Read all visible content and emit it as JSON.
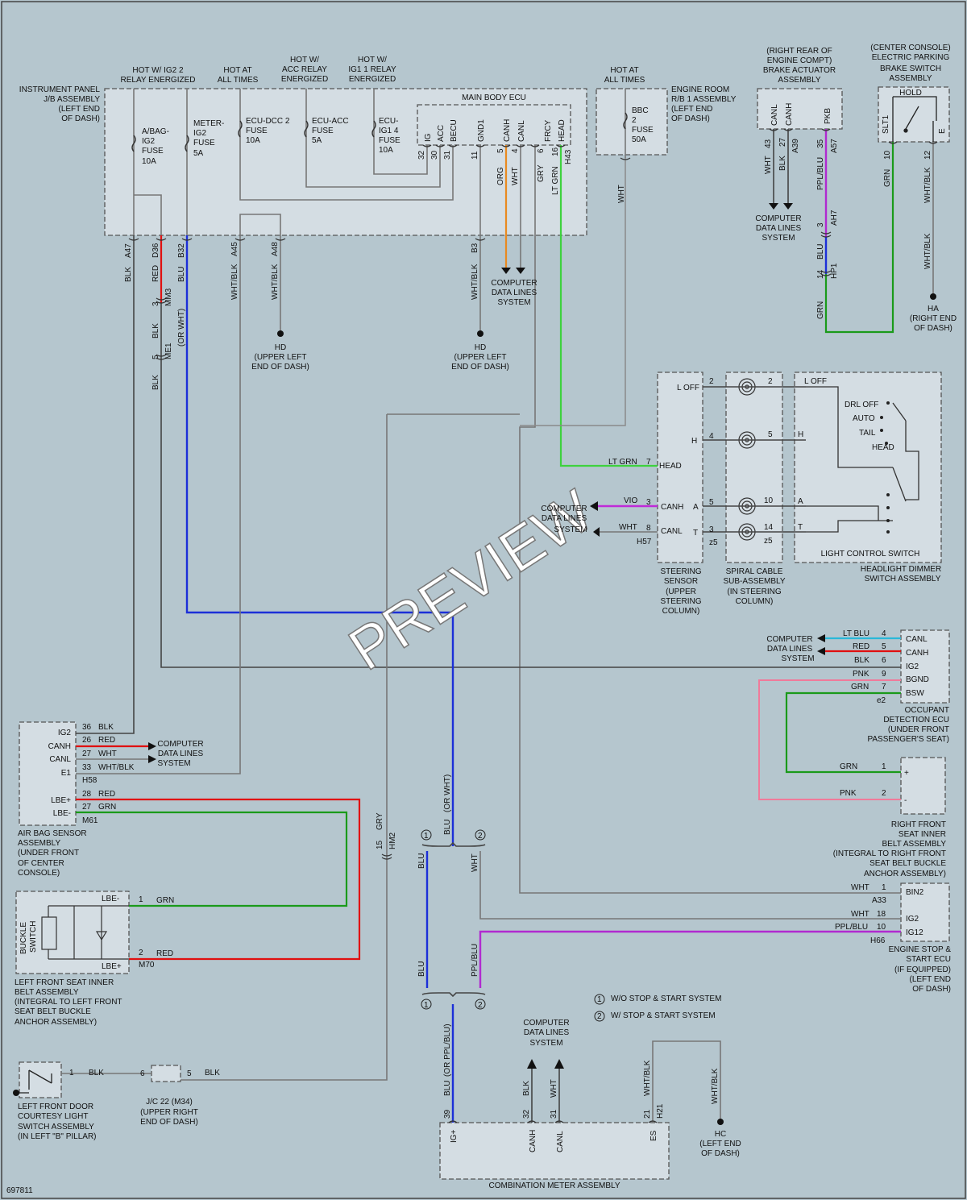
{
  "watermark": "PREVIEW",
  "figure_id": "697811",
  "ip": {
    "l1": "INSTRUMENT PANEL",
    "l2": "J/B ASSEMBLY",
    "l3": "(LEFT END",
    "l4": "OF DASH)",
    "h1a": "HOT W/ IG2 2",
    "h1b": "RELAY ENERGIZED",
    "h2a": "HOT AT",
    "h2b": "ALL TIMES",
    "h3a": "HOT W/",
    "h3b": "ACC RELAY",
    "h3c": "ENERGIZED",
    "h4a": "HOT W/",
    "h4b": "IG1 1 RELAY",
    "h4c": "ENERGIZED",
    "f1a": "A/BAG-",
    "f1b": "IG2",
    "f1c": "FUSE",
    "f1d": "10A",
    "f2a": "METER-",
    "f2b": "IG2",
    "f2c": "FUSE",
    "f2d": "5A",
    "f3a": "ECU-DCC 2",
    "f3b": "FUSE",
    "f3c": "10A",
    "f4a": "ECU-ACC",
    "f4b": "FUSE",
    "f4c": "5A",
    "f5a": "ECU-",
    "f5b": "IG1 4",
    "f5c": "FUSE",
    "f5d": "10A",
    "mb": "MAIN BODY ECU",
    "p_ig": "IG",
    "p_acc": "ACC",
    "p_becu": "BECU",
    "p_gnd1": "GND1",
    "p_canh": "CANH",
    "p_canl": "CANL",
    "p_frcy": "FRCY",
    "p_head": "HEAD",
    "n32": "32",
    "n30": "30",
    "n31": "31",
    "n11": "11",
    "n5": "5",
    "n4": "4",
    "n6": "6",
    "n16": "16",
    "h43": "H43",
    "c_a47": "A47",
    "c_d36": "D36",
    "c_b32": "B32",
    "c_a45": "A45",
    "c_a48": "A48",
    "c_b3": "B3"
  },
  "er": {
    "h1": "HOT AT",
    "h2": "ALL TIMES",
    "l1": "ENGINE ROOM",
    "l2": "R/B 1 ASSEMBLY",
    "l3": "(LEFT END",
    "l4": "OF DASH)",
    "f1": "BBC",
    "f2": "2",
    "f3": "FUSE",
    "f4": "50A"
  },
  "brake": {
    "l1": "(RIGHT REAR OF",
    "l2": "ENGINE COMPT)",
    "l3": "BRAKE ACTUATOR",
    "l4": "ASSEMBLY",
    "canl": "CANL",
    "canh": "CANH",
    "pkb": "PKB",
    "n43": "43",
    "n27": "27",
    "a39": "A39",
    "n35": "35",
    "a57": "A57"
  },
  "epb": {
    "l1": "(CENTER CONSOLE)",
    "l2": "ELECTRIC PARKING",
    "l3": "BRAKE SWITCH",
    "l4": "ASSEMBLY",
    "hold": "HOLD",
    "slt1": "SLT1",
    "e": "E",
    "n10": "10",
    "n12": "12"
  },
  "wire": {
    "blk": "BLK",
    "red": "RED",
    "blu": "BLU",
    "whtblk": "WHT/BLK",
    "wht": "WHT",
    "org": "ORG",
    "gry": "GRY",
    "ltgrn": "LT GRN",
    "pplblu": "PPL/BLU",
    "grn": "GRN",
    "orwht": "(OR WHT)",
    "orpplblu": "(OR PPL/BLU)",
    "vio": "VIO",
    "ltblu": "LT BLU",
    "pnk": "PNK"
  },
  "conn": {
    "mm3": "MM3",
    "me1": "ME1",
    "n3": "3",
    "n5": "5",
    "ah7": "AH7",
    "hp1": "HP1",
    "n14": "14",
    "hm2": "HM2",
    "n15": "15"
  },
  "cdl": {
    "a": "COMPUTER",
    "b": "DATA LINES",
    "c": "SYSTEM"
  },
  "gnd": {
    "hd1": "HD",
    "hd2": "(UPPER LEFT",
    "hd3": "END OF DASH)",
    "ha1": "HA",
    "ha2": "(RIGHT END",
    "ha3": "OF DASH)",
    "hc1": "HC",
    "hc2": "(LEFT END",
    "hc3": "OF DASH)"
  },
  "ss": {
    "loff": "L OFF",
    "h": "H",
    "head": "HEAD",
    "canh": "CANH",
    "canl": "CANL",
    "a": "A",
    "t": "T",
    "n7": "7",
    "n3": "3",
    "n8": "8",
    "h57": "H57",
    "r2": "2",
    "r4": "4",
    "r5": "5",
    "r3": "3",
    "z5": "z5",
    "l1": "STEERING",
    "l2": "SENSOR",
    "l3": "(UPPER",
    "l4": "STEERING",
    "l5": "COLUMN)"
  },
  "sc": {
    "n2": "2",
    "n5": "5",
    "n10": "10",
    "n14": "14",
    "z5": "z5",
    "l1": "SPIRAL CABLE",
    "l2": "SUB-ASSEMBLY",
    "l3": "(IN STEERING",
    "l4": "COLUMN)"
  },
  "lcs": {
    "loff": "L OFF",
    "drl": "DRL OFF",
    "auto": "AUTO",
    "tail": "TAIL",
    "head": "HEAD",
    "h": "H",
    "a": "A",
    "t": "T",
    "inner": "LIGHT CONTROL SWITCH",
    "l1": "HEADLIGHT DIMMER",
    "l2": "SWITCH ASSEMBLY"
  },
  "occ": {
    "canl": "CANL",
    "canh": "CANH",
    "ig2": "IG2",
    "bgnd": "BGND",
    "bsw": "BSW",
    "n4": "4",
    "n5": "5",
    "n6": "6",
    "n9": "9",
    "n7": "7",
    "e2": "e2",
    "l1": "OCCUPANT",
    "l2": "DETECTION ECU",
    "l3": "(UNDER FRONT",
    "l4": "PASSENGER'S SEAT)"
  },
  "rbelt": {
    "plus": "+",
    "minus": "-",
    "n1": "1",
    "n2": "2",
    "l1": "RIGHT FRONT",
    "l2": "SEAT INNER",
    "l3": "BELT ASSEMBLY",
    "l4": "(INTEGRAL TO RIGHT FRONT",
    "l5": "SEAT BELT BUCKLE",
    "l6": "ANCHOR ASSEMBLY)"
  },
  "airbag": {
    "ig2": "IG2",
    "canh": "CANH",
    "canl": "CANL",
    "e1": "E1",
    "lbep": "LBE+",
    "lbem": "LBE-",
    "n36": "36",
    "n26": "26",
    "n27": "27",
    "n33": "33",
    "h58": "H58",
    "n28": "28",
    "n27b": "27",
    "m61": "M61",
    "l1": "AIR BAG SENSOR",
    "l2": "ASSEMBLY",
    "l3": "(UNDER FRONT",
    "l4": "OF CENTER",
    "l5": "CONSOLE)"
  },
  "lbelt": {
    "lbem": "LBE-",
    "lbep": "LBE+",
    "buckle": "BUCKLE",
    "sw": "SWITCH",
    "n1": "1",
    "n2": "2",
    "m70": "M70",
    "l1": "LEFT FRONT SEAT INNER",
    "l2": "BELT ASSEMBLY",
    "l3": "(INTEGRAL TO LEFT FRONT",
    "l4": "SEAT BELT BUCKLE",
    "l5": "ANCHOR ASSEMBLY)"
  },
  "ess": {
    "bin2": "BIN2",
    "ig2": "IG2",
    "ig12": "IG12",
    "n1": "1",
    "a33": "A33",
    "n18": "18",
    "n10": "10",
    "h66": "H66",
    "l1": "ENGINE STOP &",
    "l2": "START ECU",
    "l3": "(IF EQUIPPED)",
    "l4": "(LEFT END",
    "l5": "OF DASH)"
  },
  "legend": {
    "m1": "1",
    "m2": "2",
    "t1": "W/O STOP & START SYSTEM",
    "t2": "W/ STOP & START SYSTEM"
  },
  "door": {
    "n1": "1",
    "l1": "LEFT FRONT DOOR",
    "l2": "COURTESY LIGHT",
    "l3": "SWITCH ASSEMBLY",
    "l4": "(IN LEFT \"B\" PILLAR)"
  },
  "jc": {
    "n6": "6",
    "n5": "5",
    "l1": "J/C 22 (M34)",
    "l2": "(UPPER RIGHT",
    "l3": "END OF DASH)"
  },
  "cm": {
    "ig": "IG+",
    "canh": "CANH",
    "canl": "CANL",
    "es": "ES",
    "n39": "39",
    "n32": "32",
    "n31": "31",
    "n21": "21",
    "h21": "H21",
    "label": "COMBINATION METER ASSEMBLY"
  }
}
